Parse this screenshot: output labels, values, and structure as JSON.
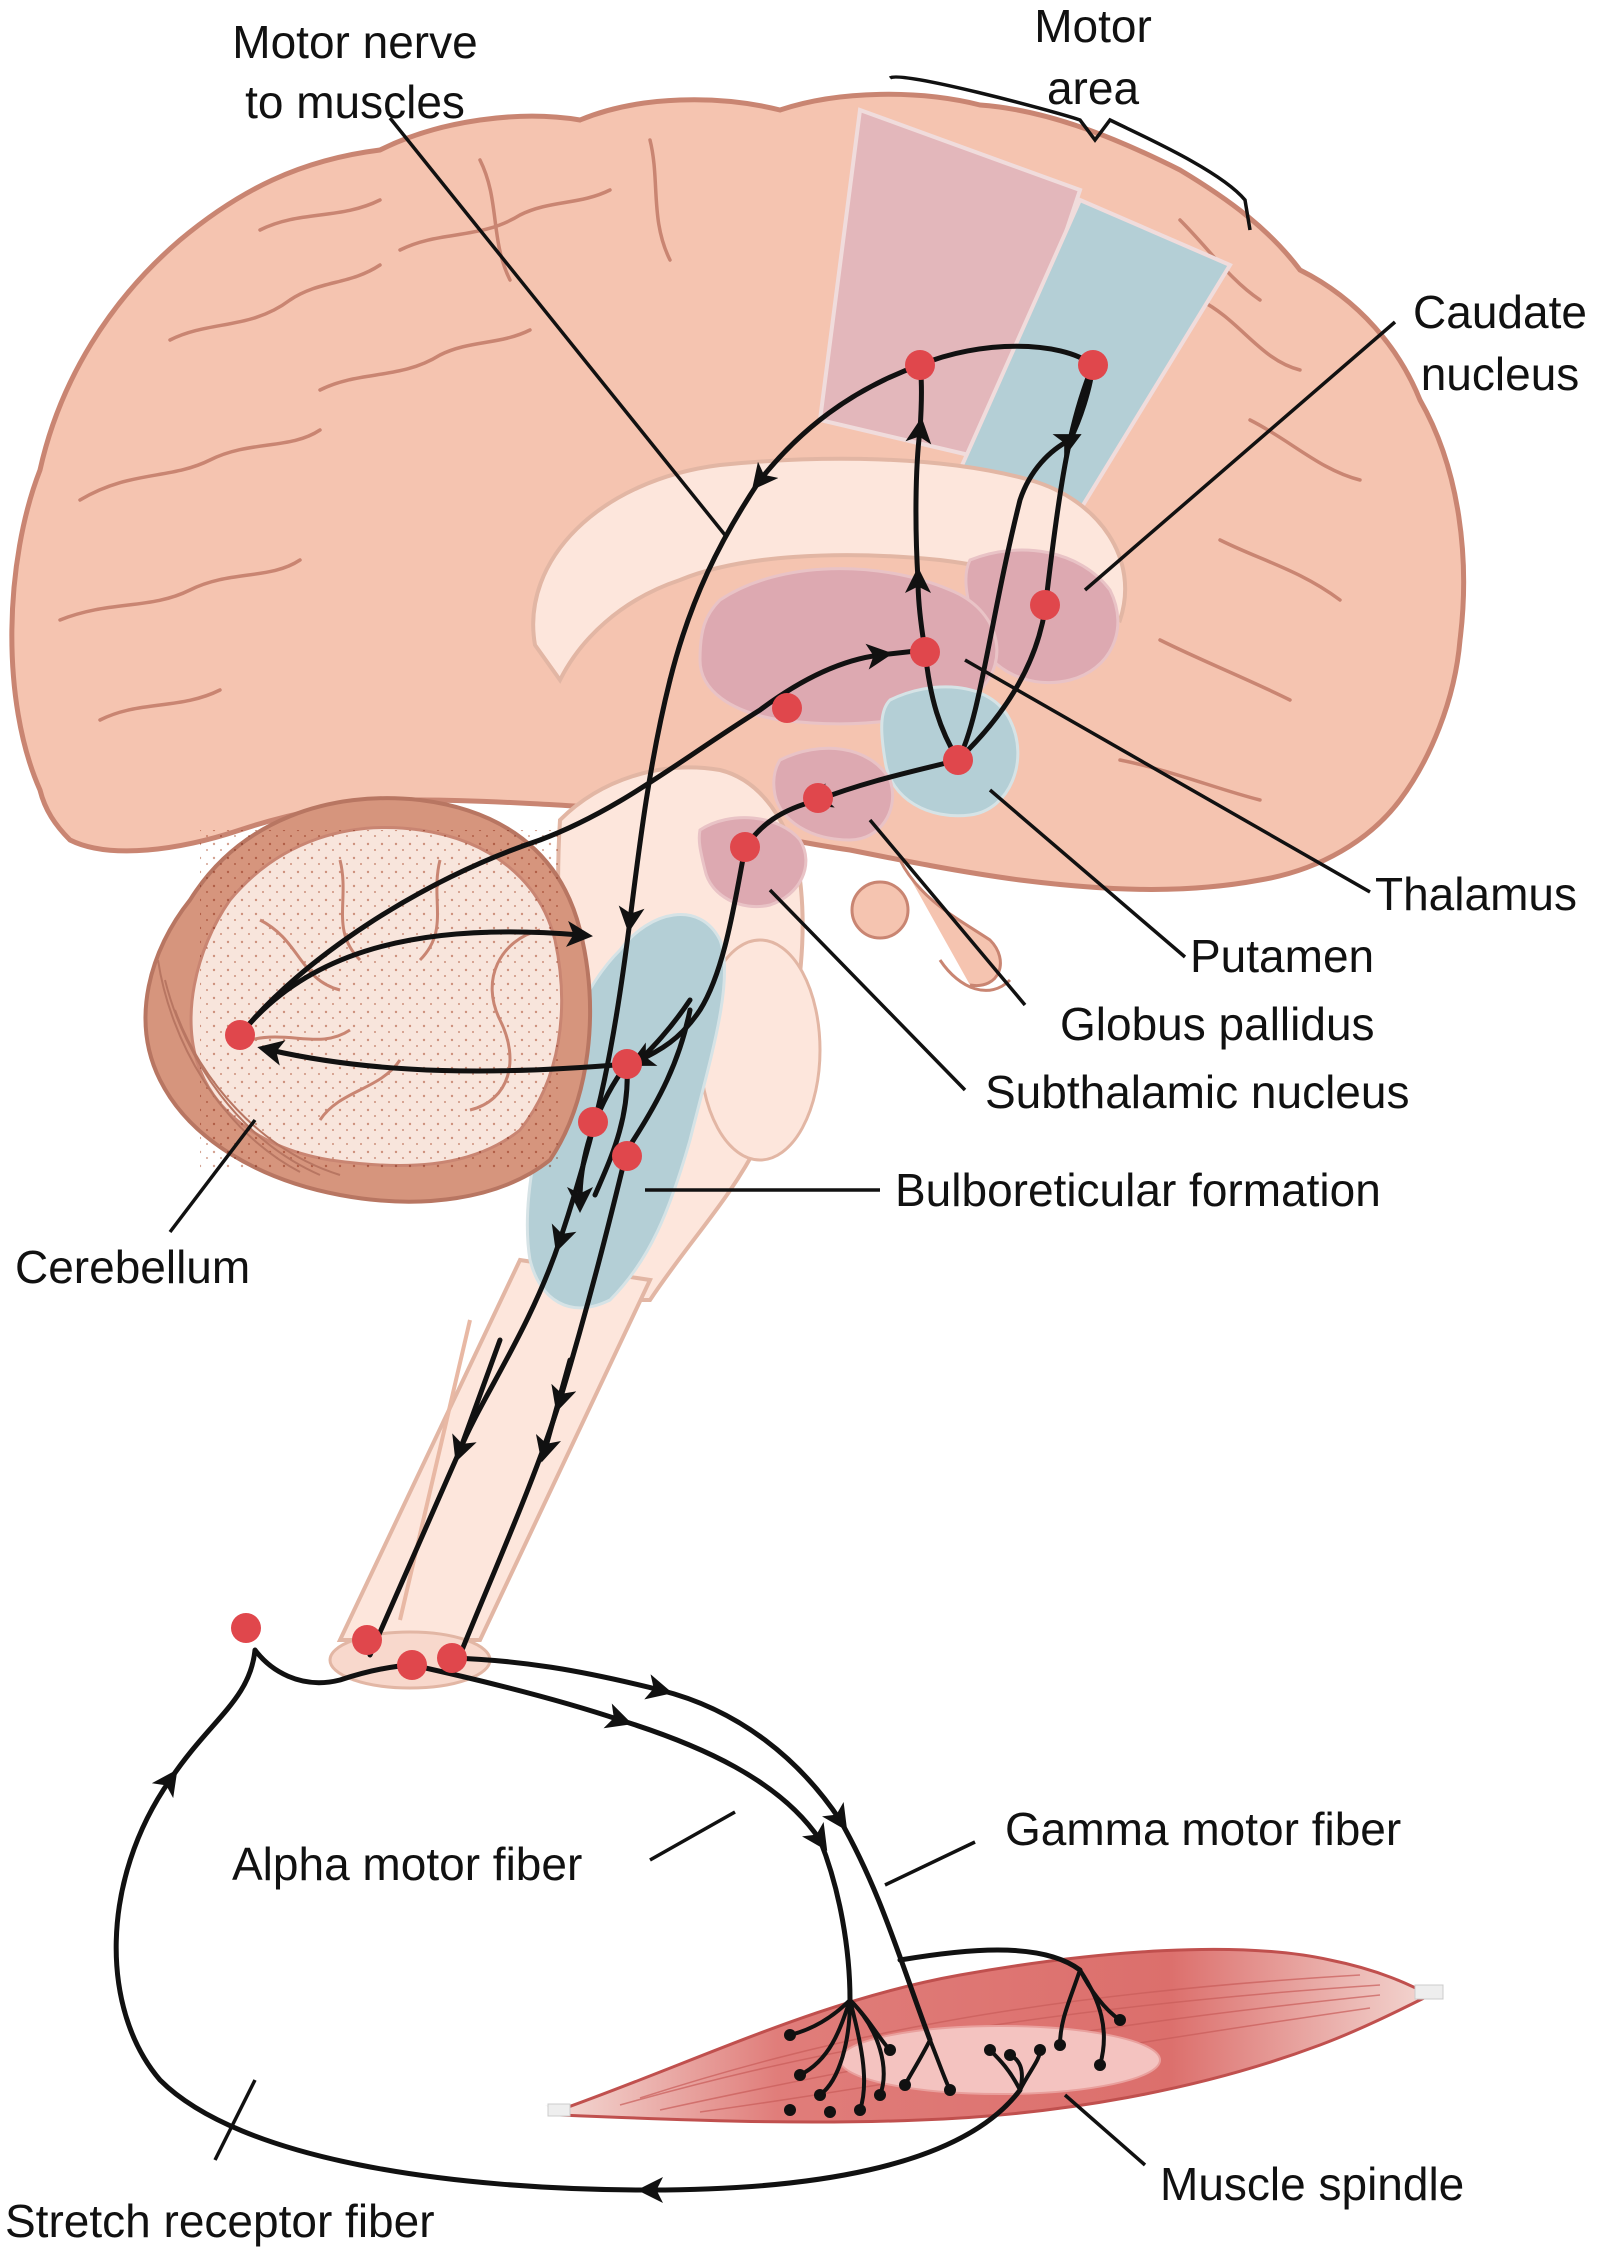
{
  "labels": {
    "motor_nerve": [
      "Motor nerve",
      "to muscles"
    ],
    "motor_area": [
      "Motor",
      "area"
    ],
    "caudate": [
      "Caudate",
      "nucleus"
    ],
    "thalamus": "Thalamus",
    "putamen": "Putamen",
    "globus_pallidus": "Globus pallidus",
    "subthalamic": "Subthalamic nucleus",
    "bulboreticular": "Bulboreticular formation",
    "cerebellum": "Cerebellum",
    "alpha_fiber": "Alpha motor fiber",
    "gamma_fiber": "Gamma motor fiber",
    "muscle_spindle": "Muscle spindle",
    "stretch_fiber": "Stretch receptor fiber"
  },
  "colors": {
    "brain": "#f5c4b0",
    "brain_outline": "#c98572",
    "motor_area_pink": "#e3b7bb",
    "motor_area_blue": "#b4cfd6",
    "nucleus_pink": "#dda9b1",
    "nucleus_blue": "#b4cfd6",
    "synapse": "#e0474c",
    "muscle": "#e07d7a",
    "pathway": "#111111"
  }
}
